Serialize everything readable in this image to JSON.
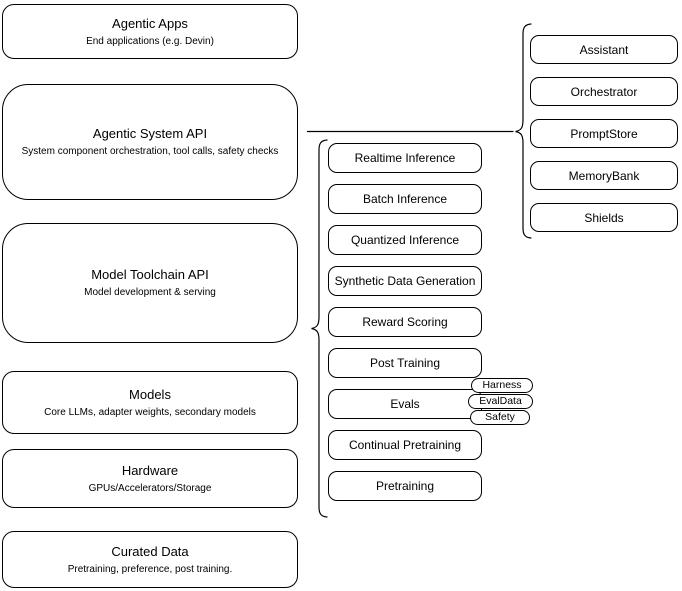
{
  "colors": {
    "background": "#ffffff",
    "box_fill": "#ffffff",
    "box_border": "#000000",
    "text": "#000000"
  },
  "left_stack": [
    {
      "title": "Agentic Apps",
      "subtitle": "End applications (e.g. Devin)"
    },
    {
      "title": "Agentic System API",
      "subtitle": "System component orchestration, tool calls, safety checks"
    },
    {
      "title": "Model Toolchain API",
      "subtitle": "Model development & serving"
    },
    {
      "title": "Models",
      "subtitle": "Core LLMs, adapter weights, secondary models"
    },
    {
      "title": "Hardware",
      "subtitle": "GPUs/Accelerators/Storage"
    },
    {
      "title": "Curated Data",
      "subtitle": "Pretraining, preference, post training."
    }
  ],
  "toolchain_items": [
    {
      "label": "Realtime Inference"
    },
    {
      "label": "Batch Inference"
    },
    {
      "label": "Quantized Inference"
    },
    {
      "label": "Synthetic Data Generation"
    },
    {
      "label": "Reward Scoring"
    },
    {
      "label": "Post Training"
    },
    {
      "label": "Evals"
    },
    {
      "label": "Continual Pretraining"
    },
    {
      "label": "Pretraining"
    }
  ],
  "eval_tags": [
    {
      "label": "Harness"
    },
    {
      "label": "EvalData"
    },
    {
      "label": "Safety"
    }
  ],
  "system_components": [
    {
      "label": "Assistant"
    },
    {
      "label": "Orchestrator"
    },
    {
      "label": "PromptStore"
    },
    {
      "label": "MemoryBank"
    },
    {
      "label": "Shields"
    }
  ]
}
